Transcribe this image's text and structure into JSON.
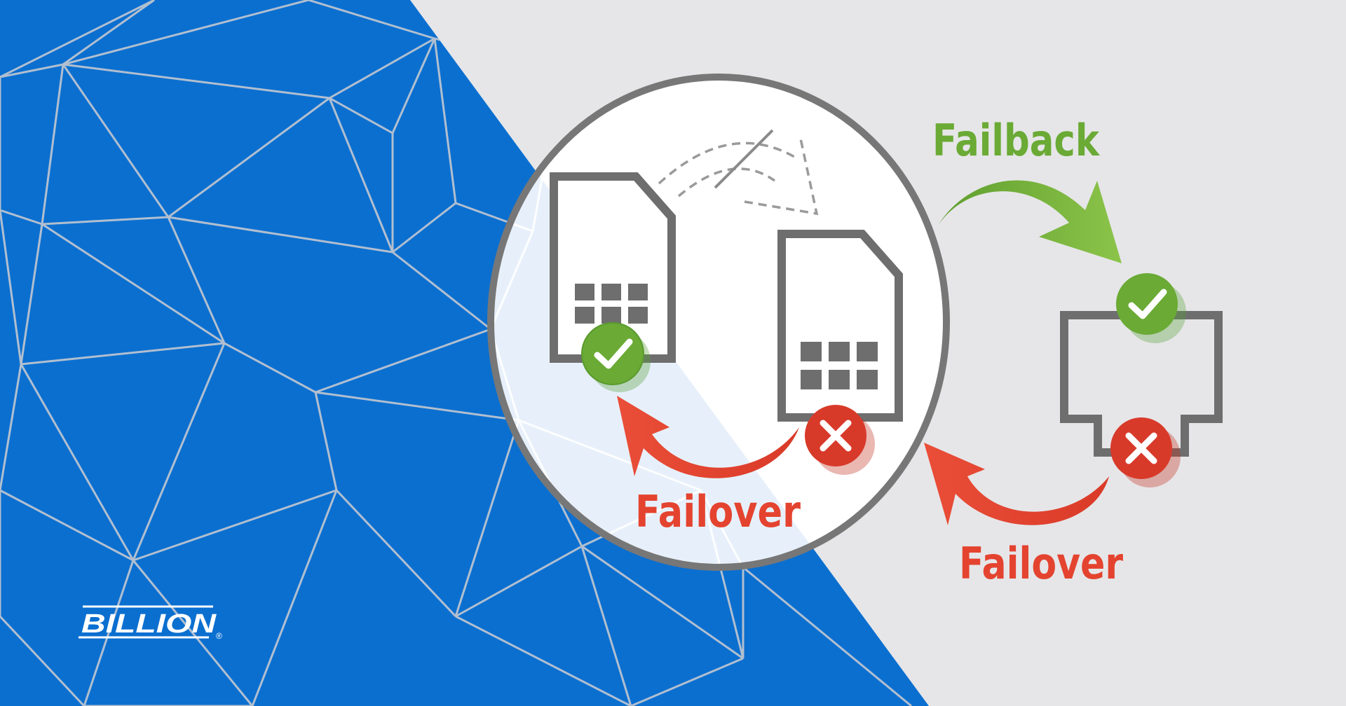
{
  "brand": {
    "logo_text": "BILLION",
    "registered_mark": "®"
  },
  "labels": {
    "failback": "Failback",
    "failover_sim": "Failover",
    "failover_wan": "Failover"
  },
  "status": {
    "primary_sim": "ok",
    "backup_sim": "failed",
    "wan_port_up": "ok",
    "wan_port_down": "failed"
  },
  "icons": {
    "sim_primary": "sim-card-icon",
    "sim_backup": "sim-card-icon",
    "wan_port": "ethernet-port-icon",
    "check": "checkmark-icon",
    "cross": "x-mark-icon",
    "signal_blocked": "signal-blocked-icon"
  },
  "colors": {
    "blue_panel": "#0b6fd0",
    "mesh_lines": "#bfc6cf",
    "background_gray": "#e6e6e8",
    "circle_border": "#777777",
    "outline_gray": "#6e6e6e",
    "green": "#6aaa35",
    "red": "#e4432f"
  }
}
